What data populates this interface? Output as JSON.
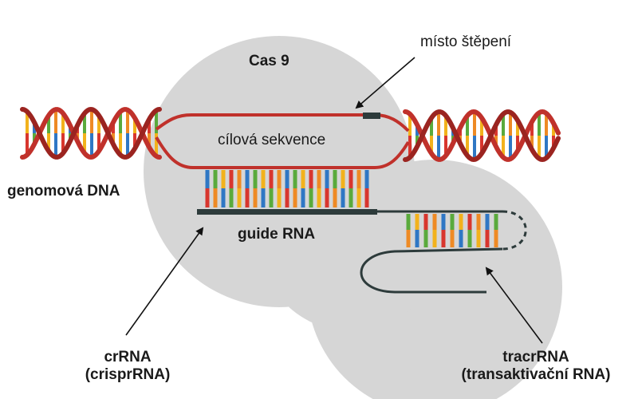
{
  "labels": {
    "cas9": "Cas 9",
    "cleavage_site": "místo štěpení",
    "target_sequence": "cílová sekvence",
    "genomic_dna": "genomová DNA",
    "guide_rna": "guide RNA",
    "crrna_line1": "crRNA",
    "crrna_line2": "(crisprRNA)",
    "tracrrna_line1": "tracrRNA",
    "tracrrna_line2": "(transaktivační RNA)"
  },
  "colors": {
    "protein": "#d6d6d6",
    "dna_strand": "#c0312b",
    "dna_strand_dark": "#9b2420",
    "rna_backbone": "#2d3b3b",
    "base_yellow": "#f2b21c",
    "base_blue": "#2f77c4",
    "base_red": "#d8362e",
    "base_green": "#5aaa3c",
    "base_orange": "#ee8a24"
  }
}
